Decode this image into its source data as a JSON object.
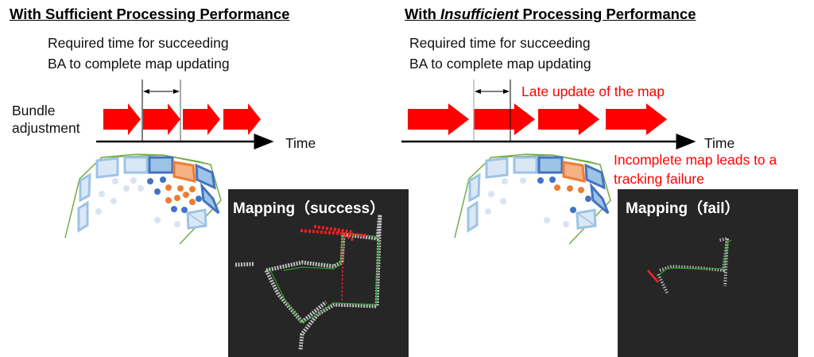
{
  "left_panel": {
    "title": "With Sufficient Processing Performance",
    "required_line1": "Required time for succeeding",
    "required_line2": "BA to complete map updating",
    "ba_line1": "Bundle",
    "ba_line2": "adjustment",
    "axis_label": "Time",
    "map_title": "Mapping（success）"
  },
  "right_panel": {
    "title_prefix": "With ",
    "title_emphasis": "Insufficient",
    "title_suffix": " Processing Performance",
    "required_line1": "Required time for succeeding",
    "required_line2": "BA to complete map updating",
    "late_update": "Late update of the map",
    "failure_line1": "Incomplete map leads to a",
    "failure_line2": "tracking failure",
    "axis_label": "Time",
    "map_title": "Mapping（fail）"
  },
  "colors": {
    "arrow": "#ff0000",
    "annotation": "#ff0000",
    "trajectory": "#70ad47",
    "keyframe_light": "#bdd7ee",
    "keyframe_active": "#4472c4",
    "keyframe_current": "#ed7d31",
    "map_bg": "#262626"
  }
}
